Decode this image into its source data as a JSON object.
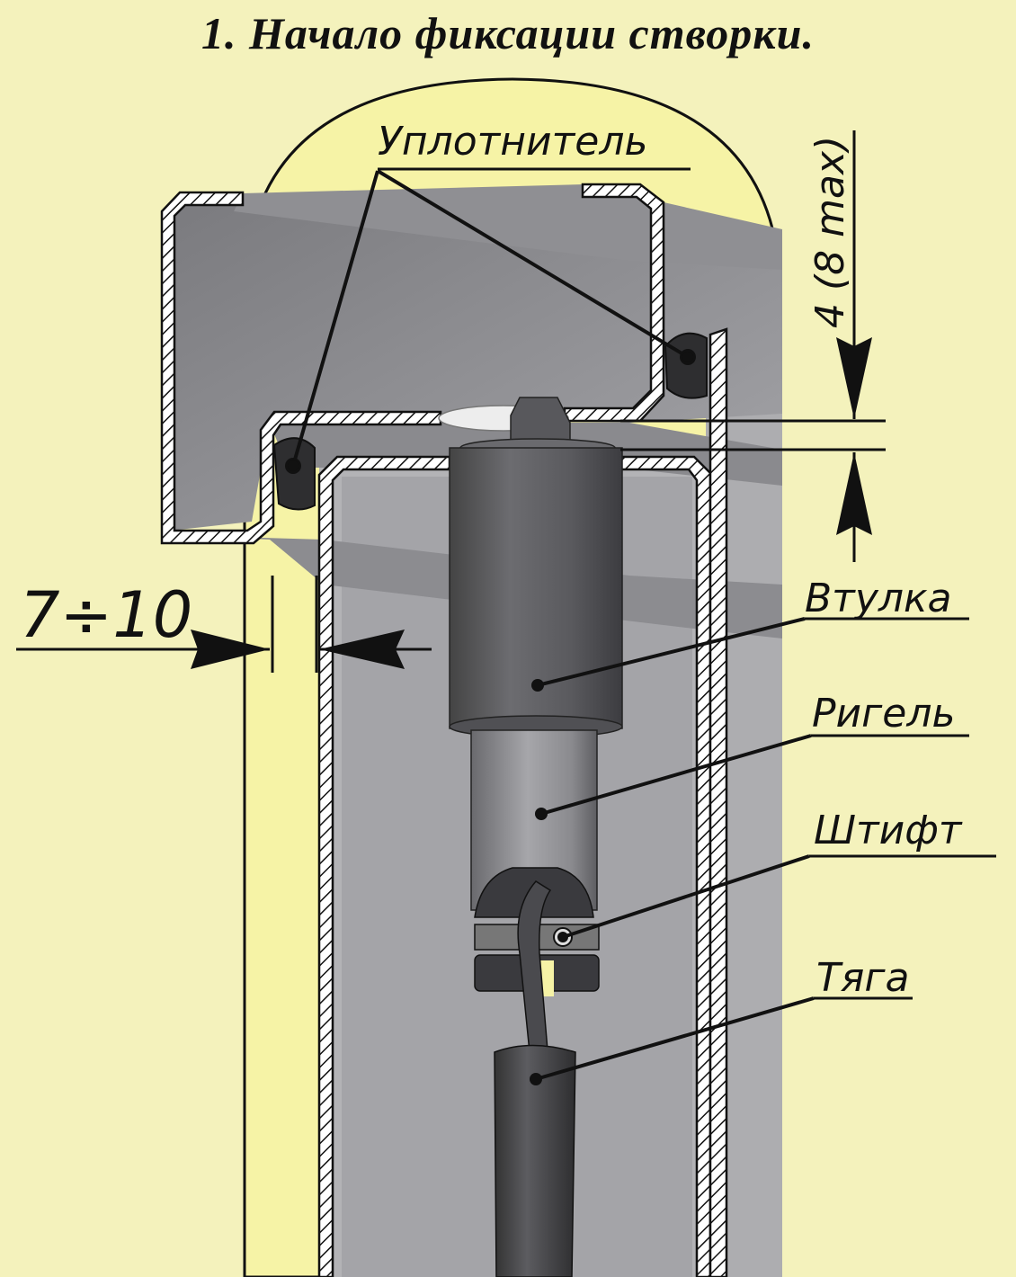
{
  "title": "1. Начало фиксации створки.",
  "labels": {
    "seal": "Уплотнитель",
    "bushing": "Втулка",
    "bolt": "Ригель",
    "pin": "Штифт",
    "rod": "Тяга"
  },
  "dimensions": {
    "gap_width": "7÷10",
    "gap_height": "4 (8 max)"
  },
  "colors": {
    "background": "#f4f2bc",
    "circle_fill": "#f6f3a6",
    "metal": "#a9a9ab",
    "dark_metal": "#4f4f52"
  }
}
